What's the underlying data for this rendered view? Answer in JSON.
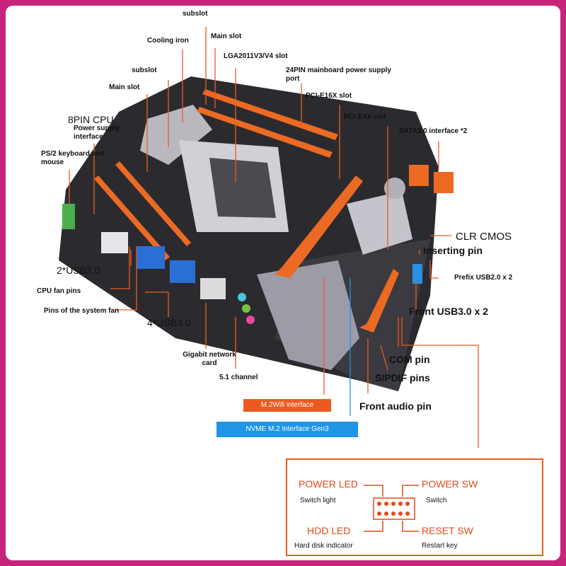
{
  "labels": {
    "subslot_top": "subslot",
    "main_slot_top": "Main slot",
    "cooling_iron": "Cooling iron",
    "lga_slot": "LGA2011V3/V4 slot",
    "subslot_left": "subslot",
    "power_24pin": "24PIN mainboard power supply port",
    "main_slot_left": "Main slot",
    "pcie16": "PCI-E16X slot",
    "pcie4": "PCI-E4X slot",
    "cpu_8pin": "8PIN CPU",
    "cpu_power_interface": "Power supply interface",
    "sata": "SATA3.0 interface *2",
    "ps2": "PS/2 keyboard and mouse",
    "clr_cmos": "CLR CMOS",
    "inserting_pin": "Inserting pin",
    "usb2_rear": "2*USB2.0",
    "prefix_usb2": "Prefix USB2.0 x 2",
    "cpu_fan": "CPU fan pins",
    "system_fan": "Pins of the system fan",
    "front_usb3": "Front USB3.0 x 2",
    "usb3_rear": "4*USB3.0",
    "gigabit": "Gigabit network card",
    "com_pin": "COM pin",
    "spdif": "S/PDIF pins",
    "channel51": "5.1 channel",
    "front_audio": "Front audio pin",
    "m2wifi": "M.2Wifi interface",
    "nvme": "NVME M.2 Interface Gen3"
  },
  "panel": {
    "power_led": "POWER LED",
    "switch_light": "Switch light",
    "power_sw": "POWER SW",
    "switch": "Switch",
    "hdd_led": "HDD  LED",
    "hdd_indicator": "Hard disk indicator",
    "reset_sw": "RESET SW",
    "restart_key": "Restart key"
  },
  "colors": {
    "accent_orange": "#ec5a1f",
    "accent_blue": "#1f95e8",
    "frame_magenta": "#c8237a",
    "panel_red_text": "#e34a1a"
  }
}
